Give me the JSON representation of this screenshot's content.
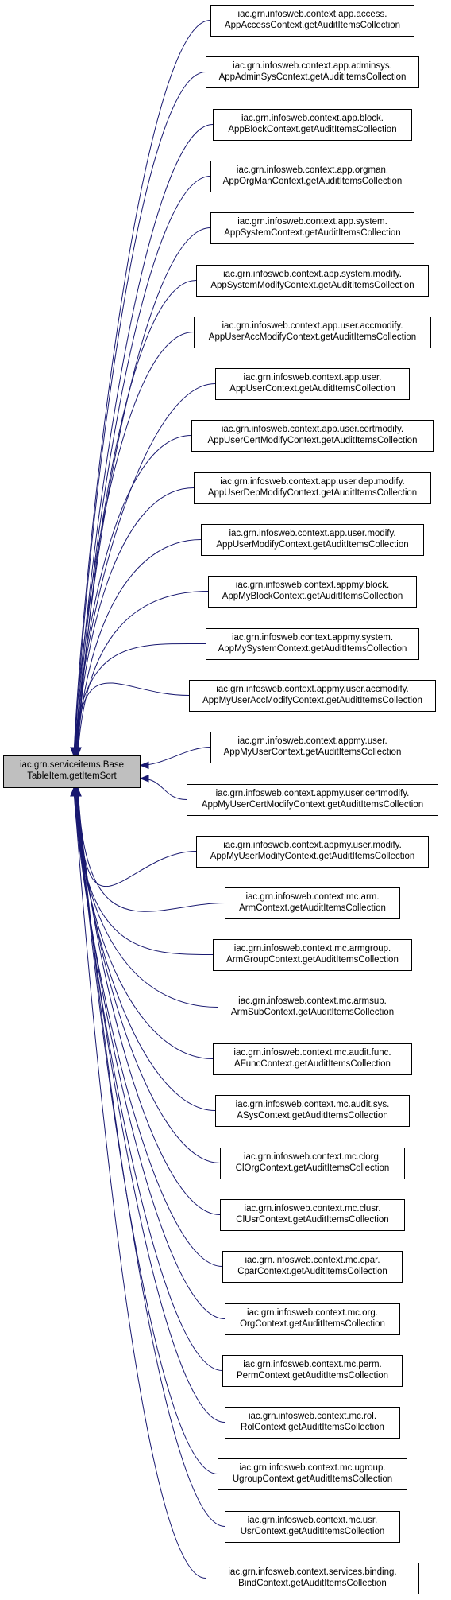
{
  "root": {
    "lines": [
      "iac.grn.serviceitems.Base",
      "TableItem.getItemSort"
    ]
  },
  "callers": [
    {
      "lines": [
        "iac.grn.infosweb.context.app.access.",
        "AppAccessContext.getAuditItemsCollection"
      ]
    },
    {
      "lines": [
        "iac.grn.infosweb.context.app.adminsys.",
        "AppAdminSysContext.getAuditItemsCollection"
      ]
    },
    {
      "lines": [
        "iac.grn.infosweb.context.app.block.",
        "AppBlockContext.getAuditItemsCollection"
      ]
    },
    {
      "lines": [
        "iac.grn.infosweb.context.app.orgman.",
        "AppOrgManContext.getAuditItemsCollection"
      ]
    },
    {
      "lines": [
        "iac.grn.infosweb.context.app.system.",
        "AppSystemContext.getAuditItemsCollection"
      ]
    },
    {
      "lines": [
        "iac.grn.infosweb.context.app.system.modify.",
        "AppSystemModifyContext.getAuditItemsCollection"
      ]
    },
    {
      "lines": [
        "iac.grn.infosweb.context.app.user.accmodify.",
        "AppUserAccModifyContext.getAuditItemsCollection"
      ]
    },
    {
      "lines": [
        "iac.grn.infosweb.context.app.user.",
        "AppUserContext.getAuditItemsCollection"
      ]
    },
    {
      "lines": [
        "iac.grn.infosweb.context.app.user.certmodify.",
        "AppUserCertModifyContext.getAuditItemsCollection"
      ]
    },
    {
      "lines": [
        "iac.grn.infosweb.context.app.user.dep.modify.",
        "AppUserDepModifyContext.getAuditItemsCollection"
      ]
    },
    {
      "lines": [
        "iac.grn.infosweb.context.app.user.modify.",
        "AppUserModifyContext.getAuditItemsCollection"
      ]
    },
    {
      "lines": [
        "iac.grn.infosweb.context.appmy.block.",
        "AppMyBlockContext.getAuditItemsCollection"
      ]
    },
    {
      "lines": [
        "iac.grn.infosweb.context.appmy.system.",
        "AppMySystemContext.getAuditItemsCollection"
      ]
    },
    {
      "lines": [
        "iac.grn.infosweb.context.appmy.user.accmodify.",
        "AppMyUserAccModifyContext.getAuditItemsCollection"
      ]
    },
    {
      "lines": [
        "iac.grn.infosweb.context.appmy.user.",
        "AppMyUserContext.getAuditItemsCollection"
      ]
    },
    {
      "lines": [
        "iac.grn.infosweb.context.appmy.user.certmodify.",
        "AppMyUserCertModifyContext.getAuditItemsCollection"
      ]
    },
    {
      "lines": [
        "iac.grn.infosweb.context.appmy.user.modify.",
        "AppMyUserModifyContext.getAuditItemsCollection"
      ]
    },
    {
      "lines": [
        "iac.grn.infosweb.context.mc.arm.",
        "ArmContext.getAuditItemsCollection"
      ]
    },
    {
      "lines": [
        "iac.grn.infosweb.context.mc.armgroup.",
        "ArmGroupContext.getAuditItemsCollection"
      ]
    },
    {
      "lines": [
        "iac.grn.infosweb.context.mc.armsub.",
        "ArmSubContext.getAuditItemsCollection"
      ]
    },
    {
      "lines": [
        "iac.grn.infosweb.context.mc.audit.func.",
        "AFuncContext.getAuditItemsCollection"
      ]
    },
    {
      "lines": [
        "iac.grn.infosweb.context.mc.audit.sys.",
        "ASysContext.getAuditItemsCollection"
      ]
    },
    {
      "lines": [
        "iac.grn.infosweb.context.mc.clorg.",
        "ClOrgContext.getAuditItemsCollection"
      ]
    },
    {
      "lines": [
        "iac.grn.infosweb.context.mc.clusr.",
        "ClUsrContext.getAuditItemsCollection"
      ]
    },
    {
      "lines": [
        "iac.grn.infosweb.context.mc.cpar.",
        "CparContext.getAuditItemsCollection"
      ]
    },
    {
      "lines": [
        "iac.grn.infosweb.context.mc.org.",
        "OrgContext.getAuditItemsCollection"
      ]
    },
    {
      "lines": [
        "iac.grn.infosweb.context.mc.perm.",
        "PermContext.getAuditItemsCollection"
      ]
    },
    {
      "lines": [
        "iac.grn.infosweb.context.mc.rol.",
        "RolContext.getAuditItemsCollection"
      ]
    },
    {
      "lines": [
        "iac.grn.infosweb.context.mc.ugroup.",
        "UgroupContext.getAuditItemsCollection"
      ]
    },
    {
      "lines": [
        "iac.grn.infosweb.context.mc.usr.",
        "UsrContext.getAuditItemsCollection"
      ]
    },
    {
      "lines": [
        "iac.grn.infosweb.context.services.binding.",
        "BindContext.getAuditItemsCollection"
      ]
    }
  ],
  "colors": {
    "edge": "#191970",
    "root_fill": "#bfbfbf",
    "node_fill": "#ffffff",
    "border": "#000000"
  }
}
